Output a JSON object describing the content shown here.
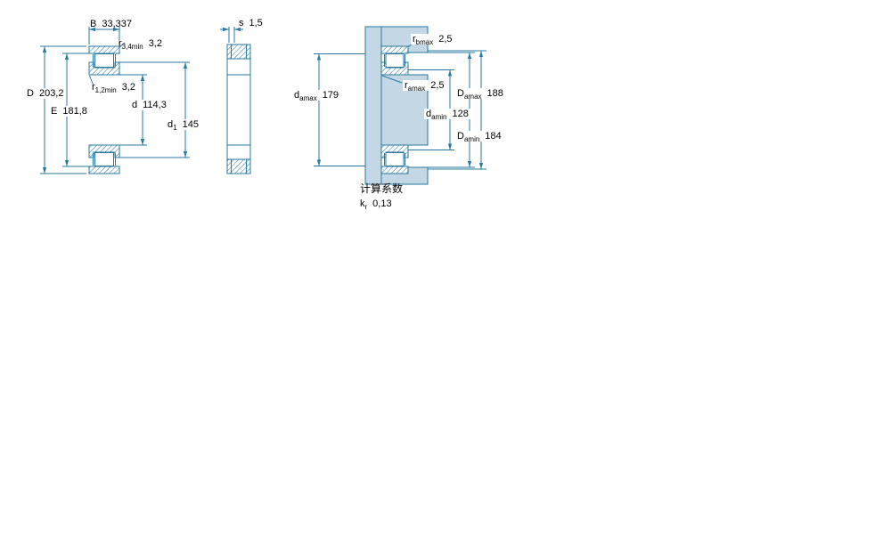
{
  "figure": {
    "colors": {
      "line": "#2878a0",
      "shade": "#c4d7e4",
      "bg": "#ffffff"
    },
    "left": {
      "dims": {
        "B": {
          "main": "B",
          "value": "33,337"
        },
        "r34": {
          "main": "r",
          "sub": "3,4min",
          "value": "3,2"
        },
        "r12": {
          "main": "r",
          "sub": "1,2min",
          "value": "3,2"
        },
        "D": {
          "main": "D",
          "value": "203,2"
        },
        "E": {
          "main": "E",
          "value": "181,8"
        },
        "d": {
          "main": "d",
          "value": "114,3"
        },
        "d1": {
          "main": "d",
          "sub": "1",
          "value": "145"
        }
      }
    },
    "middle": {
      "dims": {
        "s": {
          "main": "s",
          "value": "1,5"
        }
      }
    },
    "right": {
      "dims": {
        "rb": {
          "main": "r",
          "sub": "bmax",
          "value": "2,5"
        },
        "ra": {
          "main": "r",
          "sub": "amax",
          "value": "2,5"
        },
        "damax": {
          "main": "d",
          "sub": "amax",
          "value": "179"
        },
        "damin": {
          "main": "d",
          "sub": "amin",
          "value": "128"
        },
        "Damax": {
          "main": "D",
          "sub": "amax",
          "value": "188"
        },
        "Damin": {
          "main": "D",
          "sub": "amin",
          "value": "184"
        }
      }
    },
    "factors": {
      "title": "计算系数",
      "k": {
        "main": "k",
        "sub": "r",
        "value": "0,13"
      }
    }
  }
}
